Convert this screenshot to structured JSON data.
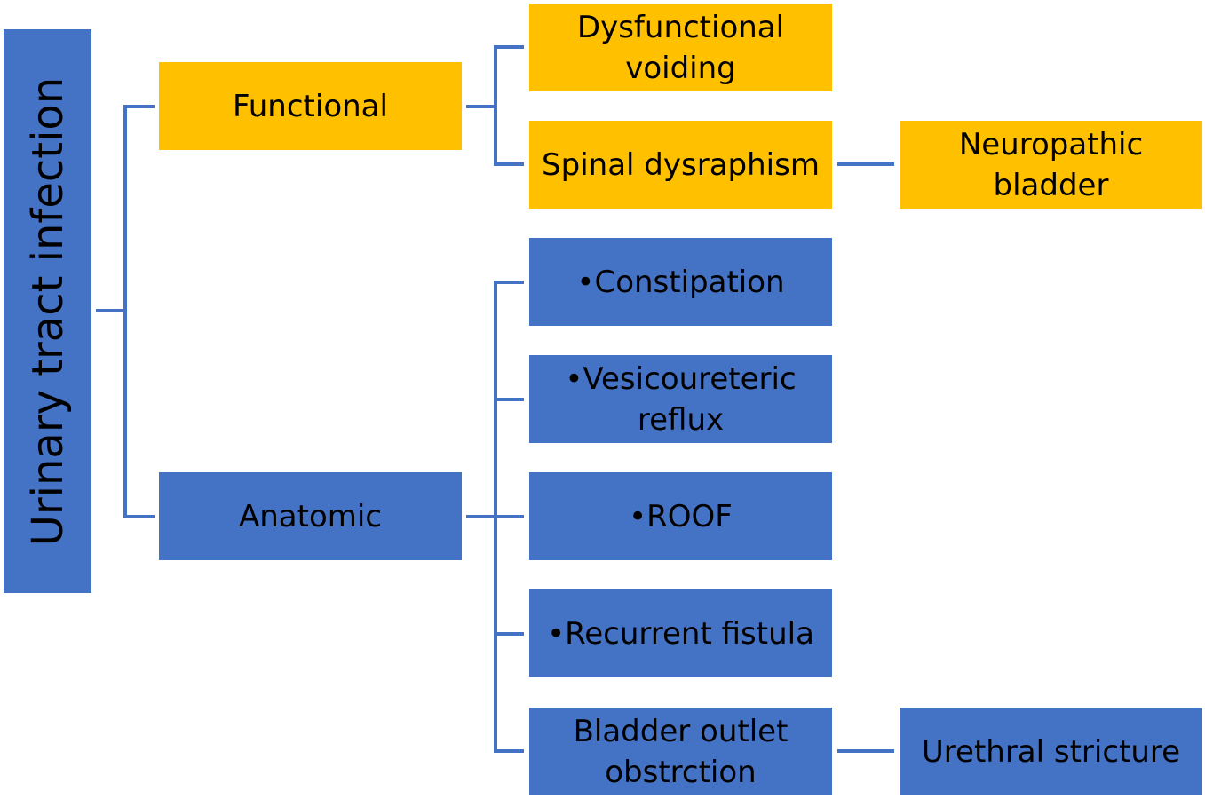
{
  "colors": {
    "functional_fill": "#ffc000",
    "anatomic_fill": "#4472c4",
    "connector": "#4472c4",
    "text": "#000000"
  },
  "root": {
    "label": "Urinary tract infection"
  },
  "functional": {
    "label": "Functional",
    "children": [
      {
        "label": "Dysfunctional\nvoiding"
      },
      {
        "label": "Spinal dysraphism",
        "child": "Neuropathic\nbladder"
      }
    ]
  },
  "anatomic": {
    "label": "Anatomic",
    "children": [
      {
        "label": "•Constipation"
      },
      {
        "label": "•Vesicoureteric\nreflux"
      },
      {
        "label": "•ROOF"
      },
      {
        "label": "•Recurrent fistula"
      },
      {
        "label": "Bladder outlet\nobstrction",
        "child": "Urethral stricture"
      }
    ]
  }
}
